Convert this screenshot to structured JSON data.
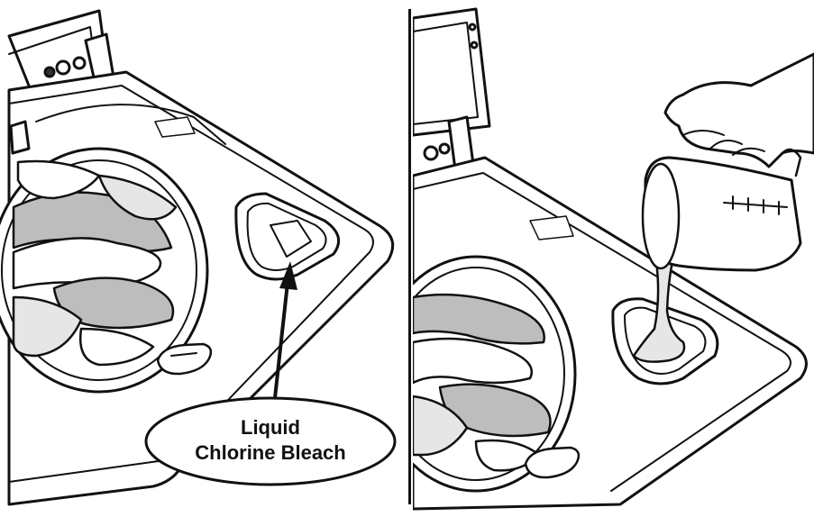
{
  "callout": {
    "line1": "Liquid",
    "line2": "Chlorine Bleach"
  },
  "colors": {
    "outline": "#111111",
    "fill": "#ffffff",
    "cloth_gray": "#bdbdbd",
    "cloth_light": "#e6e6e6"
  },
  "icons": [
    "washer-lid",
    "bleach-dispenser",
    "hand",
    "measuring-cup",
    "arrow"
  ]
}
